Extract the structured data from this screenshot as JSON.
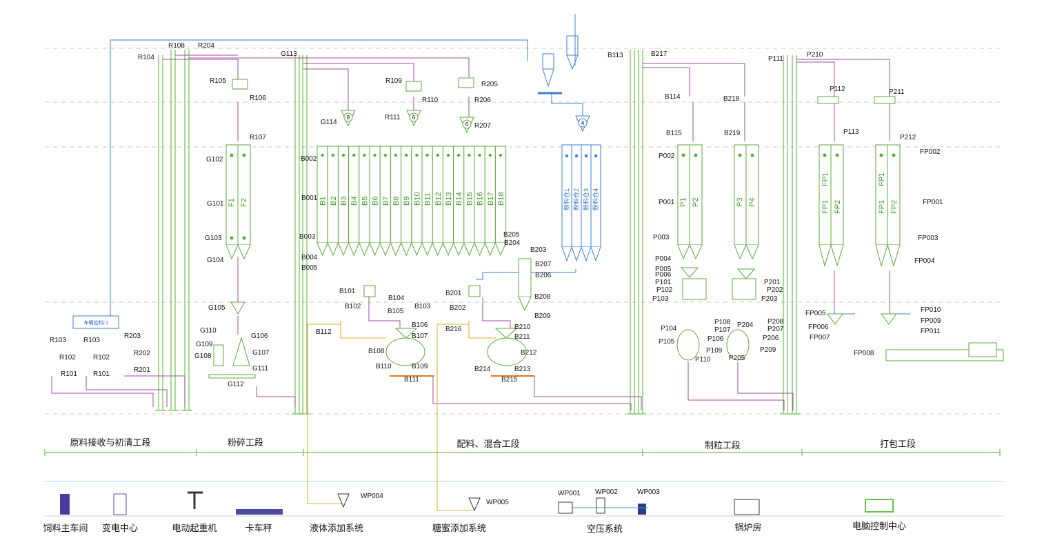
{
  "labels": {
    "R104": "R104",
    "R108": "R108",
    "R204": "R204",
    "R105": "R105",
    "R106": "R106",
    "R107": "R107",
    "G113": "G113",
    "R109": "R109",
    "R110": "R110",
    "R205": "R205",
    "R206": "R206",
    "R111": "R111",
    "G114": "G114",
    "R207": "R207",
    "G102": "G102",
    "G101": "G101",
    "G103": "G103",
    "G104": "G104",
    "G105": "G105",
    "G110": "G110",
    "G109": "G109",
    "G108": "G108",
    "G106": "G106",
    "G107": "G107",
    "G111": "G111",
    "G112": "G112",
    "R103a": "R103",
    "R103b": "R103",
    "R203": "R203",
    "R102a": "R102",
    "R102b": "R102",
    "R202": "R202",
    "R101a": "R101",
    "R101b": "R101",
    "R201": "R201",
    "B002": "B002",
    "B001": "B001",
    "B003": "B003",
    "B004": "B004",
    "B005": "B005",
    "B205": "B205",
    "B204": "B204",
    "B203": "B203",
    "B207": "B207",
    "B206": "B206",
    "B208": "B208",
    "B209": "B209",
    "B101": "B101",
    "B102": "B102",
    "B104": "B104",
    "B103": "B103",
    "B105": "B105",
    "B106": "B106",
    "B107": "B107",
    "B112": "B112",
    "B108": "B108",
    "B109": "B109",
    "B110": "B110",
    "B111": "B111",
    "B201": "B201",
    "B202": "B202",
    "B216": "B216",
    "B210": "B210",
    "B211": "B211",
    "B212": "B212",
    "B213": "B213",
    "B214": "B214",
    "B215": "B215",
    "B113": "B113",
    "B217": "B217",
    "B114": "B114",
    "B218": "B218",
    "B115": "B115",
    "B219": "B219",
    "P002": "P002",
    "P001": "P001",
    "P003": "P003",
    "P004": "P004",
    "P005": "P005",
    "P006": "P006",
    "P101": "P101",
    "P102": "P102",
    "P103": "P103",
    "P201": "P201",
    "P202": "P202",
    "P203": "P203",
    "P104": "P104",
    "P105": "P105",
    "P108": "P108",
    "P107": "P107",
    "P106": "P106",
    "P109": "P109",
    "P110": "P110",
    "P204": "P204",
    "P208": "P208",
    "P207": "P207",
    "P206": "P206",
    "P209": "P209",
    "P205": "P205",
    "P111": "P111",
    "P210": "P210",
    "P112": "P112",
    "P211": "P211",
    "P113": "P113",
    "P212": "P212",
    "FP002": "FP002",
    "FP001": "FP001",
    "FP003": "FP003",
    "FP004": "FP004",
    "FP005": "FP005",
    "FP006": "FP006",
    "FP007": "FP007",
    "FP008": "FP008",
    "FP010": "FP010",
    "FP009": "FP009",
    "FP011": "FP011",
    "WP004": "WP004",
    "WP005": "WP005",
    "WP001": "WP001",
    "WP002": "WP002",
    "WP003": "WP003"
  },
  "bins": {
    "F1": "F1",
    "F2": "F2",
    "mixing": [
      "B1",
      "B2",
      "B3",
      "B4",
      "B5",
      "B6",
      "B7",
      "B8",
      "B9",
      "B10",
      "B11",
      "B12",
      "B13",
      "B14",
      "B15",
      "B16",
      "B17",
      "B18"
    ],
    "blue": [
      "粉料仓1",
      "粉料仓2",
      "粉料仓3",
      "粉料仓4"
    ],
    "P1": "P1",
    "P2": "P2",
    "P3": "P3",
    "P4": "P4",
    "FP1a": "FP1",
    "FP2a": "FP2",
    "FP1b": "FP1",
    "FP2b": "FP2",
    "FP1c": "FP1",
    "FP1d": "FP1",
    "hop8a": "8",
    "hop6a": "6",
    "hop6b": "6",
    "hop4": "4"
  },
  "control_box": "车辆控料口",
  "stages": [
    "原料接收与初清工段",
    "粉碎工段",
    "配料、混合工段",
    "制粒工段",
    "打包工段"
  ],
  "facilities": [
    "饲料主车间",
    "变电中心",
    "电动起重机",
    "卡车秤",
    "液体添加系统",
    "糖蜜添加系统",
    "空压系统",
    "锅炉房",
    "电脑控制中心"
  ],
  "colors": {
    "equipment": "#6cc04a",
    "pipe": "#a34aa0",
    "dust": "#3a7fd0",
    "liquid": "#e0b030"
  }
}
